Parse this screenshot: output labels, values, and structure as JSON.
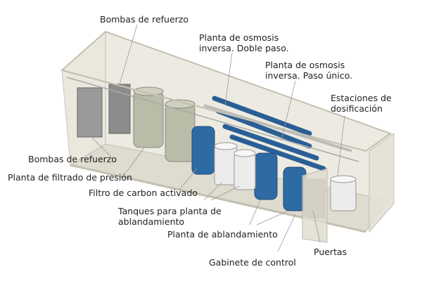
{
  "labels": {
    "bombas_top": "Bombas de refuerzo",
    "osmosis_doble_1": "Planta de osmosis",
    "osmosis_doble_2": "inversa. Doble paso.",
    "osmosis_unico_1": "Planta de osmosis",
    "osmosis_unico_2": "inversa. Paso único.",
    "estaciones_1": "Estaciones de",
    "estaciones_2": "dosificación",
    "bombas_left": "Bombas de refuerzo",
    "filtrado": "Planta de filtrado de presión",
    "carbon": "Filtro de carbon activado",
    "tanques_1": "Tanques para planta de",
    "tanques_2": "ablandamiento",
    "ablandamiento": "Planta de ablandamiento",
    "gabinete": "Gabinete de control",
    "puertas": "Puertas"
  },
  "colors": {
    "container": "#e8e4d6",
    "blue_tank": "#2e6aa3",
    "green_tank": "#b9bca6",
    "white_tank": "#ececec",
    "leader": "#999999"
  }
}
